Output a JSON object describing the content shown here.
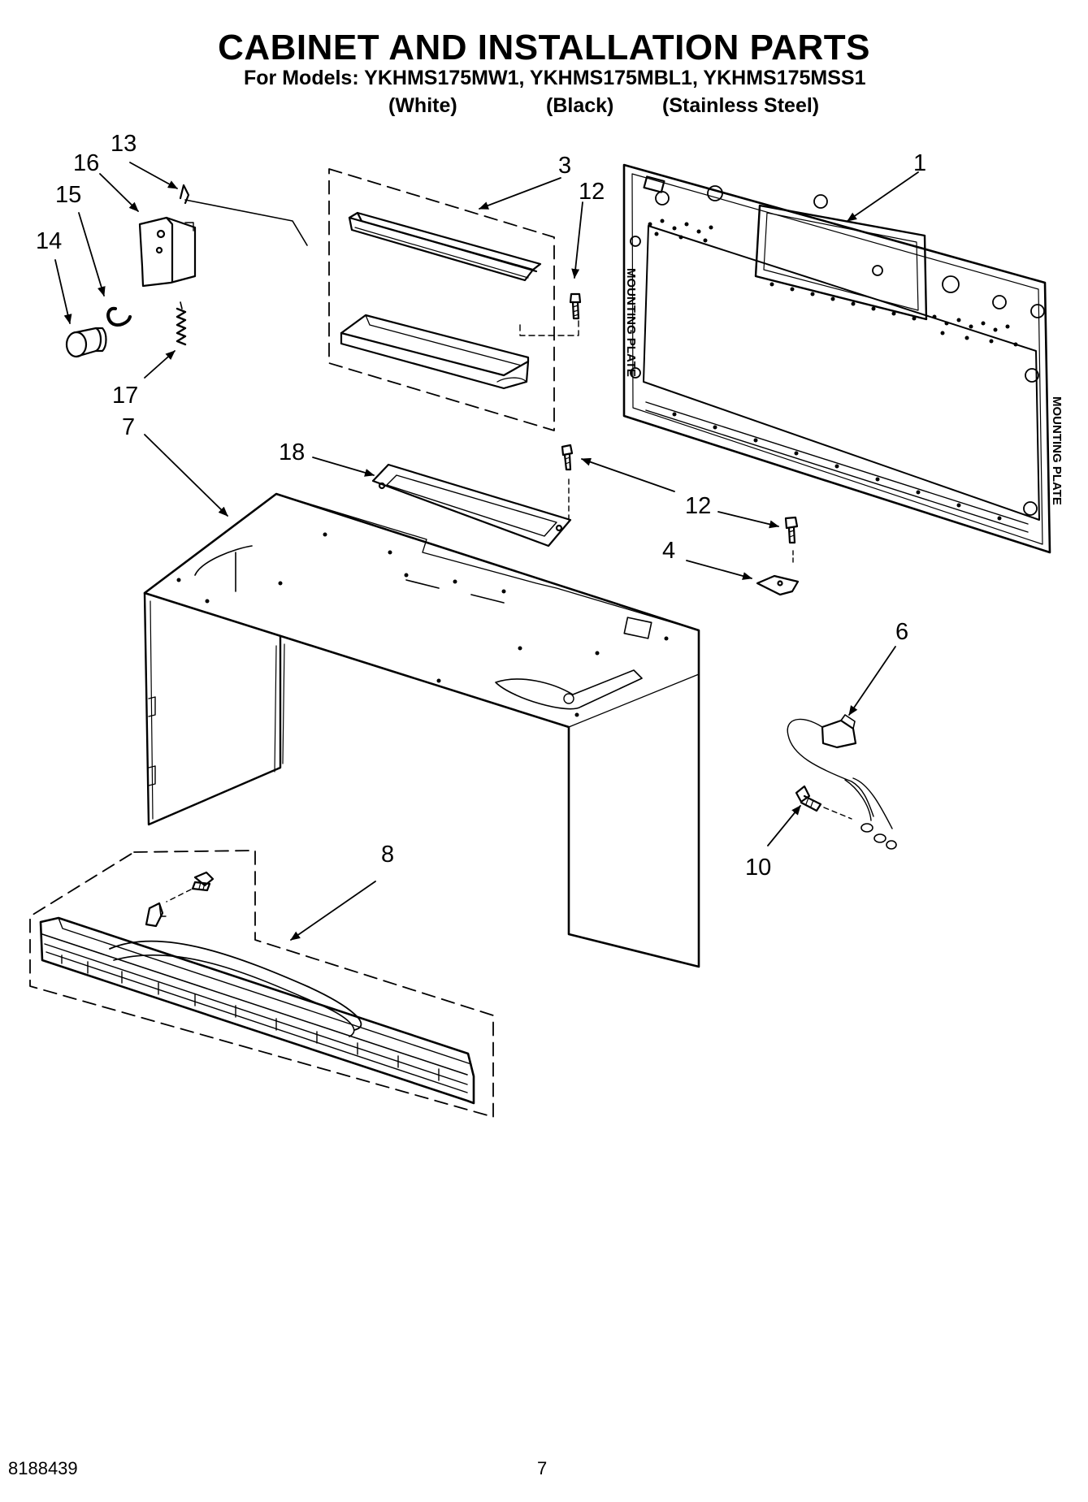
{
  "header": {
    "title": "CABINET AND INSTALLATION PARTS",
    "models_line": "For Models: YKHMS175MW1, YKHMS175MBL1, YKHMS175MSS1",
    "variants": [
      "(White)",
      "(Black)",
      "(Stainless Steel)"
    ]
  },
  "mounting_plate_text": [
    "MOUNTING PLATE",
    "MOUNTING PLATE"
  ],
  "callouts": [
    "1",
    "3",
    "12",
    "13",
    "16",
    "15",
    "14",
    "17",
    "7",
    "18",
    "12",
    "4",
    "6",
    "10",
    "8"
  ],
  "footer": {
    "doc_number": "8188439",
    "page_number": "7"
  }
}
